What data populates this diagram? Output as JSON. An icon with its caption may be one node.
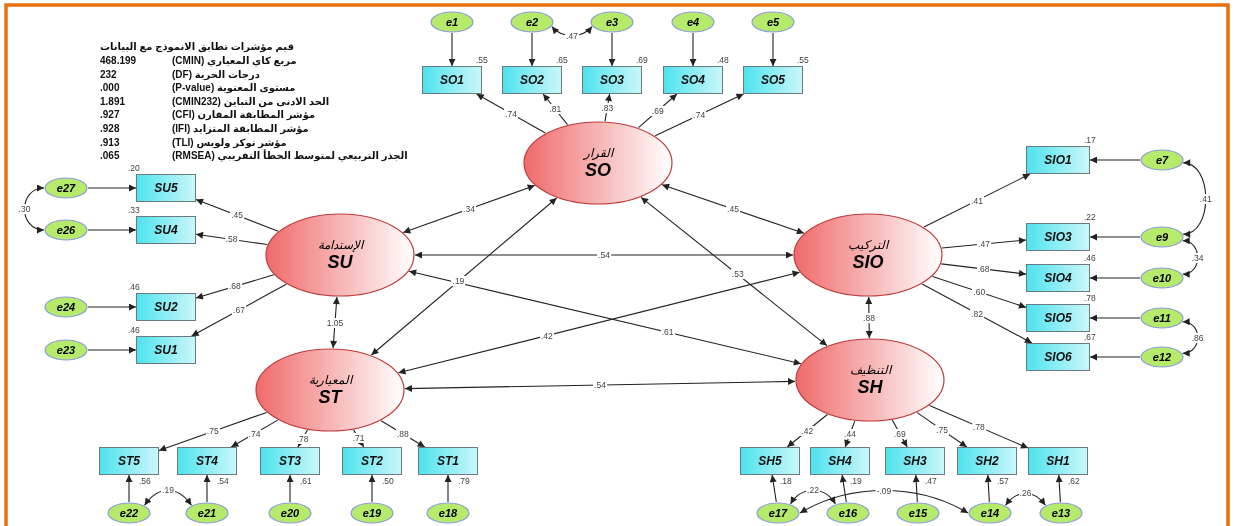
{
  "diagram": {
    "nodes": [
      {
        "text": [
          "e1"
        ]
      },
      {
        "text": [
          "e2"
        ]
      },
      {
        "text": [
          "e3"
        ]
      },
      {
        "text": [
          "e4"
        ]
      },
      {
        "text": [
          "e5"
        ]
      },
      {
        "text": [
          "SO1"
        ],
        "beside": [
          ".55"
        ]
      },
      {
        "text": [
          "SO2"
        ],
        "beside": [
          ".65"
        ]
      },
      {
        "text": [
          "SO3"
        ],
        "beside": [
          ".69"
        ]
      },
      {
        "text": [
          "SO4"
        ],
        "beside": [
          ".48"
        ]
      },
      {
        "text": [
          "SO5"
        ],
        "beside": [
          ".55"
        ]
      },
      {
        "text": [
          "القرار",
          "SO"
        ]
      },
      {
        "text": [
          "e27"
        ]
      },
      {
        "text": [
          "SU5"
        ],
        "beside": [
          ".20"
        ]
      },
      {
        "text": [
          "e26"
        ]
      },
      {
        "text": [
          "SU4"
        ],
        "beside": [
          ".33"
        ]
      },
      {
        "text": [
          "e24"
        ]
      },
      {
        "text": [
          "SU2"
        ],
        "beside": [
          ".46"
        ]
      },
      {
        "text": [
          "e23"
        ]
      },
      {
        "text": [
          "SU1"
        ],
        "beside": [
          ".46"
        ]
      },
      {
        "text": [
          "الإستدامة",
          "SU"
        ]
      },
      {
        "text": [
          "التركيب",
          "SIO"
        ]
      },
      {
        "text": [
          "SIO1"
        ],
        "beside": [
          ".17"
        ]
      },
      {
        "text": [
          "e7"
        ]
      },
      {
        "text": [
          "SIO3"
        ],
        "beside": [
          ".22"
        ]
      },
      {
        "text": [
          "e9"
        ]
      },
      {
        "text": [
          "SIO4"
        ],
        "beside": [
          ".46"
        ]
      },
      {
        "text": [
          "e10"
        ]
      },
      {
        "text": [
          "SIO5"
        ],
        "beside": [
          ".78"
        ]
      },
      {
        "text": [
          "e11"
        ]
      },
      {
        "text": [
          "SIO6"
        ],
        "beside": [
          ".67"
        ]
      },
      {
        "text": [
          "e12"
        ]
      },
      {
        "text": [
          "المعيارية",
          "ST"
        ]
      },
      {
        "text": [
          "التنظيف",
          "SH"
        ]
      },
      {
        "text": [
          "ST5"
        ],
        "beside": [
          ".56"
        ]
      },
      {
        "text": [
          "ST4"
        ],
        "beside": [
          ".54"
        ]
      },
      {
        "text": [
          "ST3"
        ],
        "beside": [
          ".61"
        ]
      },
      {
        "text": [
          "ST2"
        ],
        "beside": [
          ".50"
        ]
      },
      {
        "text": [
          "ST1"
        ],
        "beside": [
          ".79"
        ]
      },
      {
        "text": [
          "SH5"
        ],
        "beside": [
          ".18"
        ]
      },
      {
        "text": [
          "SH4"
        ],
        "beside": [
          ".19"
        ]
      },
      {
        "text": [
          "SH3"
        ],
        "beside": [
          ".47"
        ]
      },
      {
        "text": [
          "SH2"
        ],
        "beside": [
          ".57"
        ]
      },
      {
        "text": [
          "SH1"
        ],
        "beside": [
          ".62"
        ]
      },
      {
        "text": [
          "e22"
        ]
      },
      {
        "text": [
          "e21"
        ]
      },
      {
        "text": [
          "e20"
        ]
      },
      {
        "text": [
          "e19"
        ]
      },
      {
        "text": [
          "e18"
        ]
      },
      {
        "text": [
          "e17"
        ]
      },
      {
        "text": [
          "e16"
        ]
      },
      {
        "text": [
          "e15"
        ]
      },
      {
        "text": [
          "e14"
        ]
      },
      {
        "text": [
          "e13"
        ]
      }
    ],
    "edges": [
      {
        "from": 0,
        "to": 5,
        "arrow": "to"
      },
      {
        "from": 1,
        "to": 6,
        "arrow": "to"
      },
      {
        "from": 2,
        "to": 7,
        "arrow": "to"
      },
      {
        "from": 3,
        "to": 8,
        "arrow": "to"
      },
      {
        "from": 4,
        "to": 9,
        "arrow": "to"
      },
      {
        "from": 11,
        "to": 12,
        "arrow": "to"
      },
      {
        "from": 13,
        "to": 14,
        "arrow": "to"
      },
      {
        "from": 15,
        "to": 16,
        "arrow": "to"
      },
      {
        "from": 17,
        "to": 18,
        "arrow": "to"
      },
      {
        "from": 22,
        "to": 21,
        "arrow": "to"
      },
      {
        "from": 24,
        "to": 23,
        "arrow": "to"
      },
      {
        "from": 26,
        "to": 25,
        "arrow": "to"
      },
      {
        "from": 28,
        "to": 27,
        "arrow": "to"
      },
      {
        "from": 30,
        "to": 29,
        "arrow": "to"
      },
      {
        "from": 43,
        "to": 33,
        "arrow": "to"
      },
      {
        "from": 44,
        "to": 34,
        "arrow": "to"
      },
      {
        "from": 45,
        "to": 35,
        "arrow": "to"
      },
      {
        "from": 46,
        "to": 36,
        "arrow": "to"
      },
      {
        "from": 47,
        "to": 37,
        "arrow": "to"
      },
      {
        "from": 48,
        "to": 38,
        "arrow": "to"
      },
      {
        "from": 49,
        "to": 39,
        "arrow": "to"
      },
      {
        "from": 50,
        "to": 40,
        "arrow": "to"
      },
      {
        "from": 51,
        "to": 41,
        "arrow": "to"
      },
      {
        "from": 52,
        "to": 42,
        "arrow": "to"
      },
      {
        "from": 10,
        "to": 5,
        "arrow": "to",
        "label": ".74"
      },
      {
        "from": 10,
        "to": 6,
        "arrow": "to",
        "label": ".81"
      },
      {
        "from": 10,
        "to": 7,
        "arrow": "to",
        "label": ".83"
      },
      {
        "from": 10,
        "to": 8,
        "arrow": "to",
        "label": ".69"
      },
      {
        "from": 10,
        "to": 9,
        "arrow": "to",
        "label": ".74"
      },
      {
        "from": 19,
        "to": 12,
        "arrow": "to",
        "label": ".45"
      },
      {
        "from": 19,
        "to": 14,
        "arrow": "to",
        "label": ".58"
      },
      {
        "from": 19,
        "to": 16,
        "arrow": "to",
        "label": ".68"
      },
      {
        "from": 19,
        "to": 18,
        "arrow": "to",
        "label": ".67"
      },
      {
        "from": 20,
        "to": 21,
        "arrow": "to",
        "label": ".41"
      },
      {
        "from": 20,
        "to": 23,
        "arrow": "to",
        "label": ".47"
      },
      {
        "from": 20,
        "to": 25,
        "arrow": "to",
        "label": ".68"
      },
      {
        "from": 20,
        "to": 27,
        "arrow": "to",
        "label": ".60"
      },
      {
        "from": 20,
        "to": 29,
        "arrow": "to",
        "label": ".82"
      },
      {
        "from": 31,
        "to": 33,
        "arrow": "to",
        "label": ".75"
      },
      {
        "from": 31,
        "to": 34,
        "arrow": "to",
        "label": ".74"
      },
      {
        "from": 31,
        "to": 35,
        "arrow": "to",
        "label": ".78"
      },
      {
        "from": 31,
        "to": 36,
        "arrow": "to",
        "label": ".71"
      },
      {
        "from": 31,
        "to": 37,
        "arrow": "to",
        "label": ".88"
      },
      {
        "from": 32,
        "to": 38,
        "arrow": "to",
        "label": ".42"
      },
      {
        "from": 32,
        "to": 39,
        "arrow": "to",
        "label": ".44"
      },
      {
        "from": 32,
        "to": 40,
        "arrow": "to",
        "label": ".69"
      },
      {
        "from": 32,
        "to": 41,
        "arrow": "to",
        "label": ".75"
      },
      {
        "from": 32,
        "to": 42,
        "arrow": "to",
        "label": ".78"
      },
      {
        "from": 19,
        "to": 10,
        "arrow": "both",
        "label": ".34"
      },
      {
        "from": 20,
        "to": 10,
        "arrow": "both",
        "label": ".45"
      },
      {
        "from": 19,
        "to": 20,
        "arrow": "both",
        "label": ".54"
      },
      {
        "from": 31,
        "to": 10,
        "arrow": "both",
        "label": ".19"
      },
      {
        "from": 19,
        "to": 31,
        "arrow": "both",
        "label": "1.05"
      },
      {
        "from": 20,
        "to": 31,
        "arrow": "both",
        "label": ".42"
      },
      {
        "from": 19,
        "to": 32,
        "arrow": "both",
        "label": ".61"
      },
      {
        "from": 32,
        "to": 10,
        "arrow": "both",
        "label": ".53"
      },
      {
        "from": 20,
        "to": 32,
        "arrow": "both",
        "label": ".88"
      },
      {
        "from": 31,
        "to": 32,
        "arrow": "both",
        "label": ".54"
      },
      {
        "from": 1,
        "to": 2,
        "arrow": "both",
        "label": ".47"
      },
      {
        "from": 11,
        "to": 13,
        "arrow": "both",
        "label": ".30"
      },
      {
        "from": 22,
        "to": 24,
        "arrow": "both",
        "label": ".41"
      },
      {
        "from": 24,
        "to": 26,
        "arrow": "both",
        "label": ".34"
      },
      {
        "from": 28,
        "to": 30,
        "arrow": "both",
        "label": ".86"
      },
      {
        "from": 43,
        "to": 44,
        "arrow": "both",
        "label": ".19"
      },
      {
        "from": 48,
        "to": 49,
        "arrow": "both",
        "label": ".22"
      },
      {
        "from": 48,
        "to": 51,
        "arrow": "both",
        "label": "-.09"
      },
      {
        "from": 51,
        "to": 52,
        "arrow": "both",
        "label": ".26"
      }
    ],
    "labels": [
      "قيم مؤشرات تطابق الانموذج مع البيانات",
      "468.199",
      "مربع كاي المعياري (CMIN)",
      "232",
      "درجات الحرية (DF)",
      ".000",
      "مستوى المعنوية (P-value)",
      "1.891",
      "الحد الادنى من التباين (CMIN232)",
      ".927",
      "مؤشر المطابقة المقارن (CFI)",
      ".928",
      "مؤشر المطابقة المتزايد (IFI)",
      ".913",
      "مؤشر توكر ولويس (TLI)",
      ".065",
      "الجذر التربيعي لمتوسط الخطأ التقريبي (RMSEA)"
    ]
  }
}
